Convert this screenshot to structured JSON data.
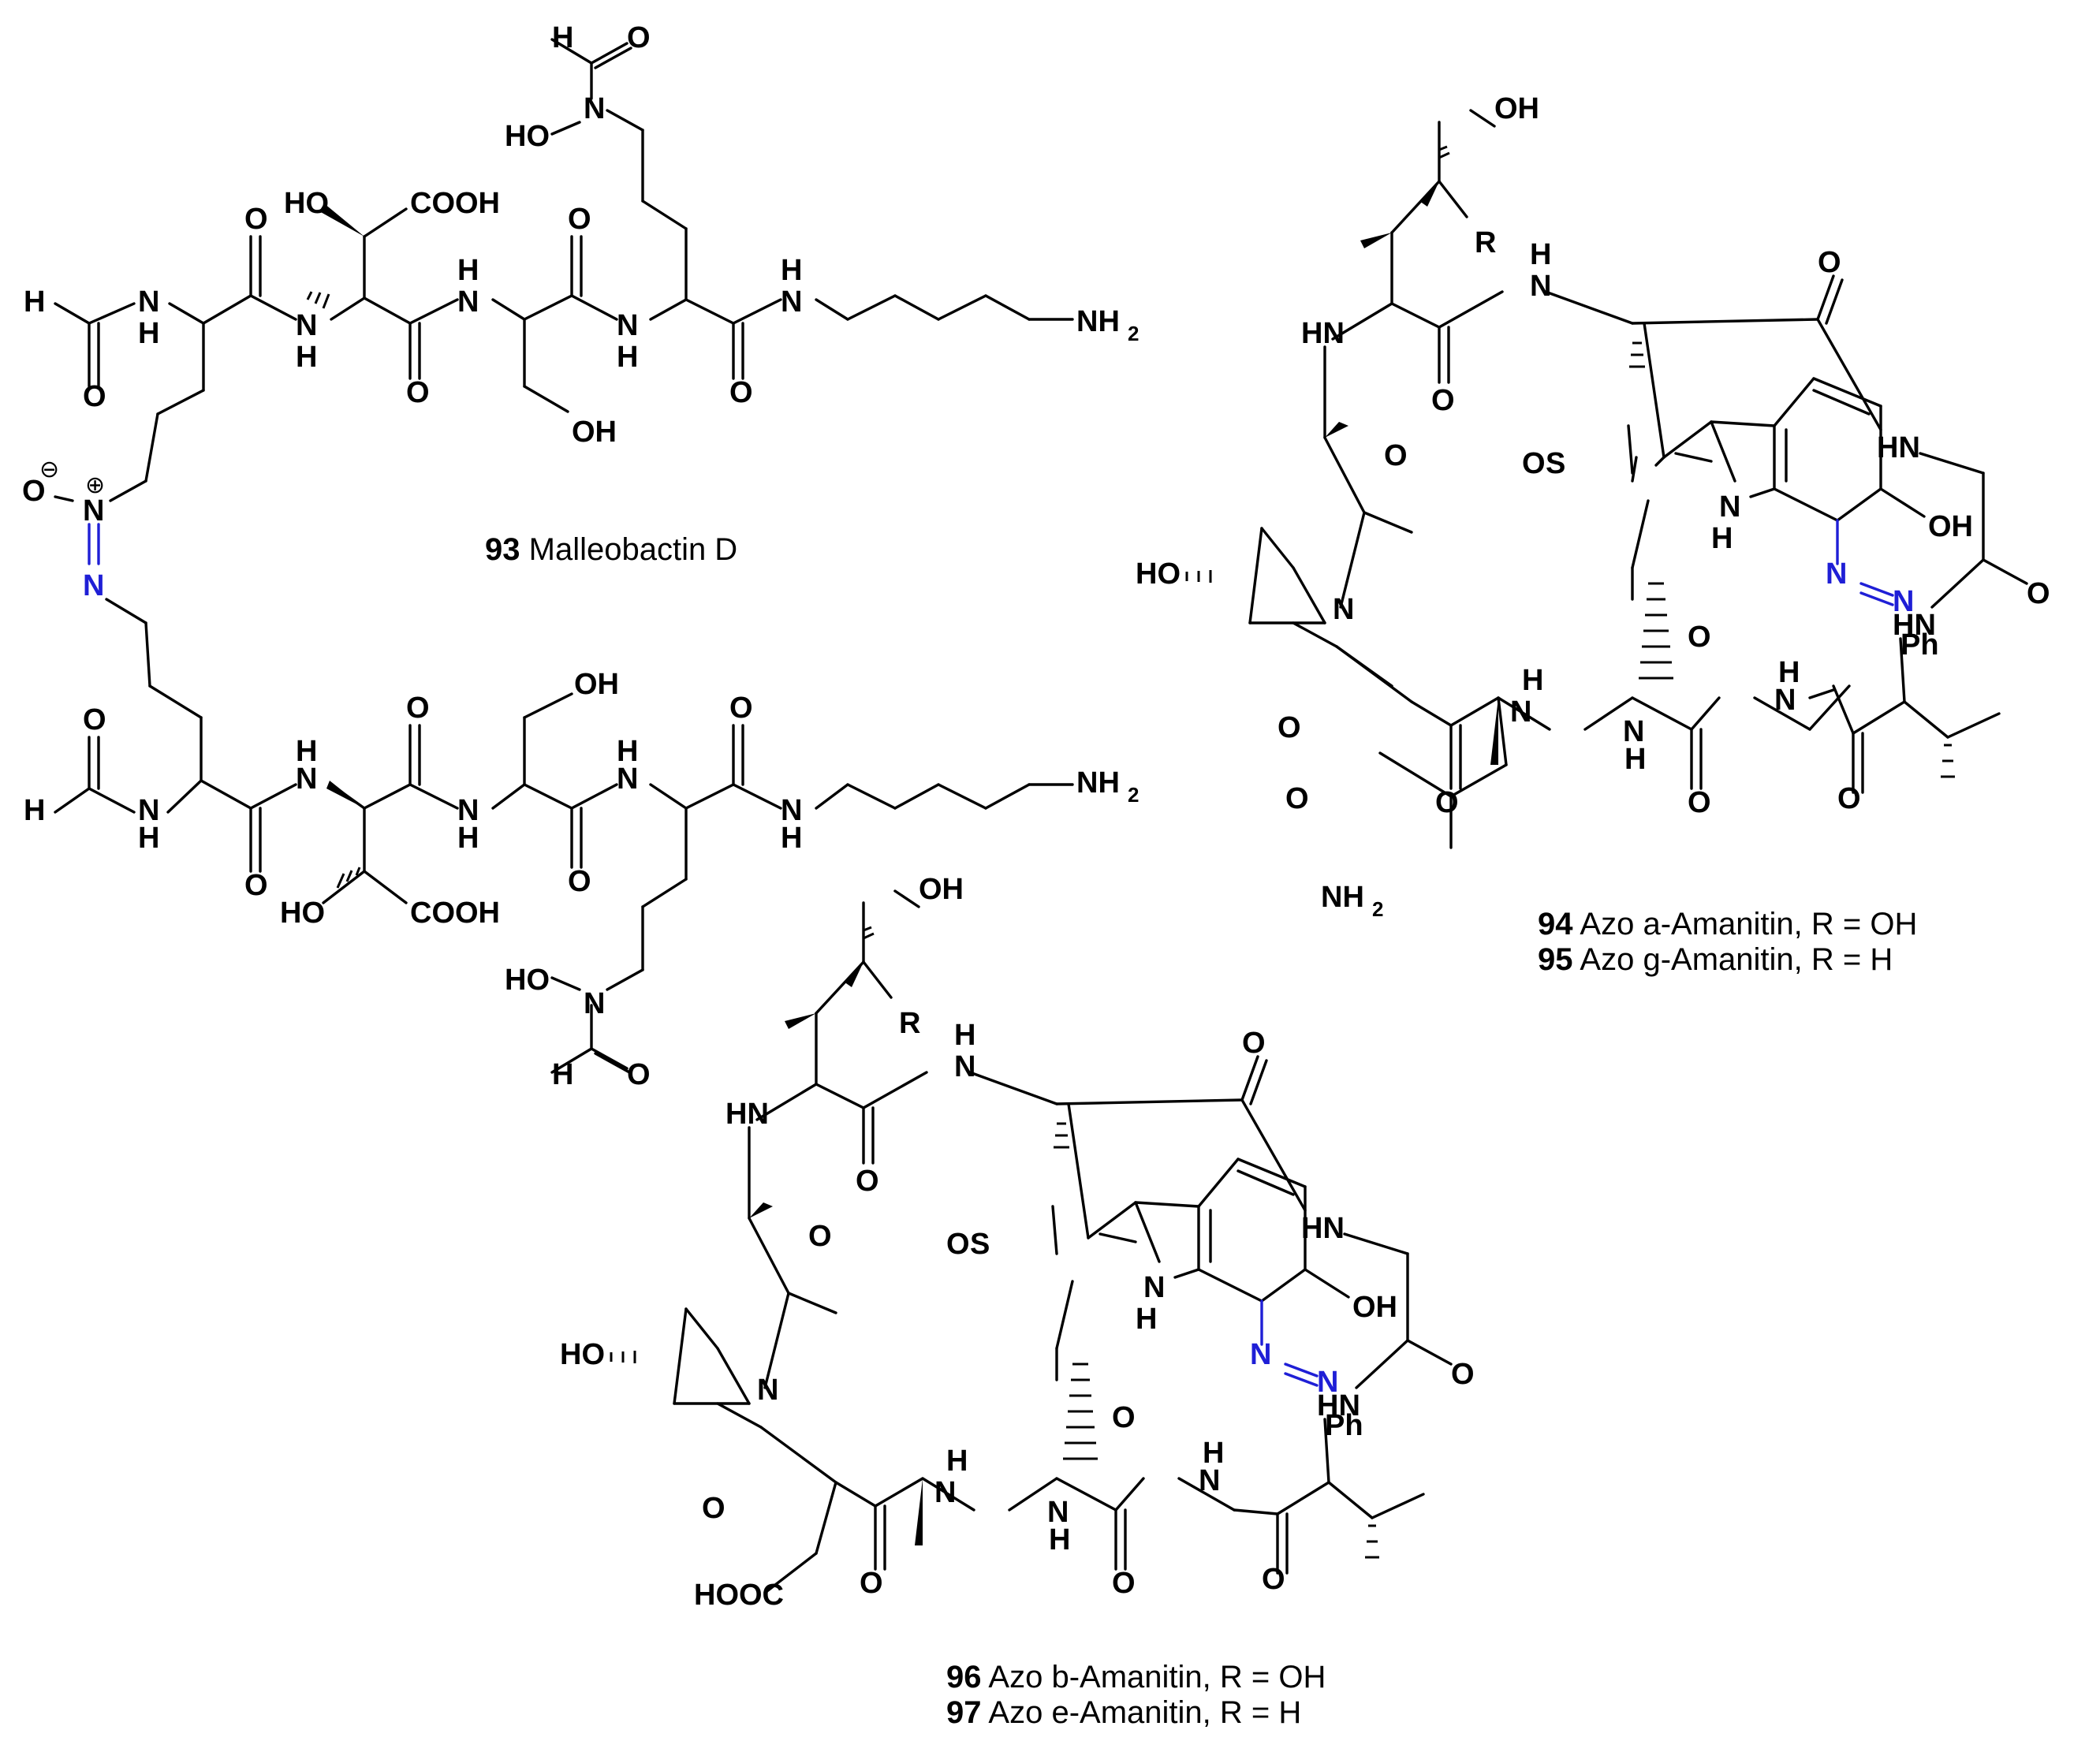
{
  "compounds": {
    "c93": {
      "number": "93",
      "name": "Malleobactin D"
    },
    "c94": {
      "number": "94",
      "name": "Azo a-Amanitin, R = OH"
    },
    "c95": {
      "number": "95",
      "name": "Azo g-Amanitin, R = H"
    },
    "c96": {
      "number": "96",
      "name": "Azo b-Amanitin, R = OH"
    },
    "c97": {
      "number": "97",
      "name": "Azo e-Amanitin, R = H"
    }
  },
  "atoms": {
    "H": "H",
    "N": "N",
    "NH": "NH",
    "HN": "HN",
    "O": "O",
    "S": "S",
    "OH": "OH",
    "HO": "HO",
    "COOH": "COOH",
    "HOOC": "HOOC",
    "NH2": "NH",
    "sub2": "2",
    "R": "R",
    "Ph": "Ph",
    "minus": "⊖",
    "plus": "⊕"
  },
  "colors": {
    "azo": "#1f1fd6",
    "ink": "#000000"
  }
}
